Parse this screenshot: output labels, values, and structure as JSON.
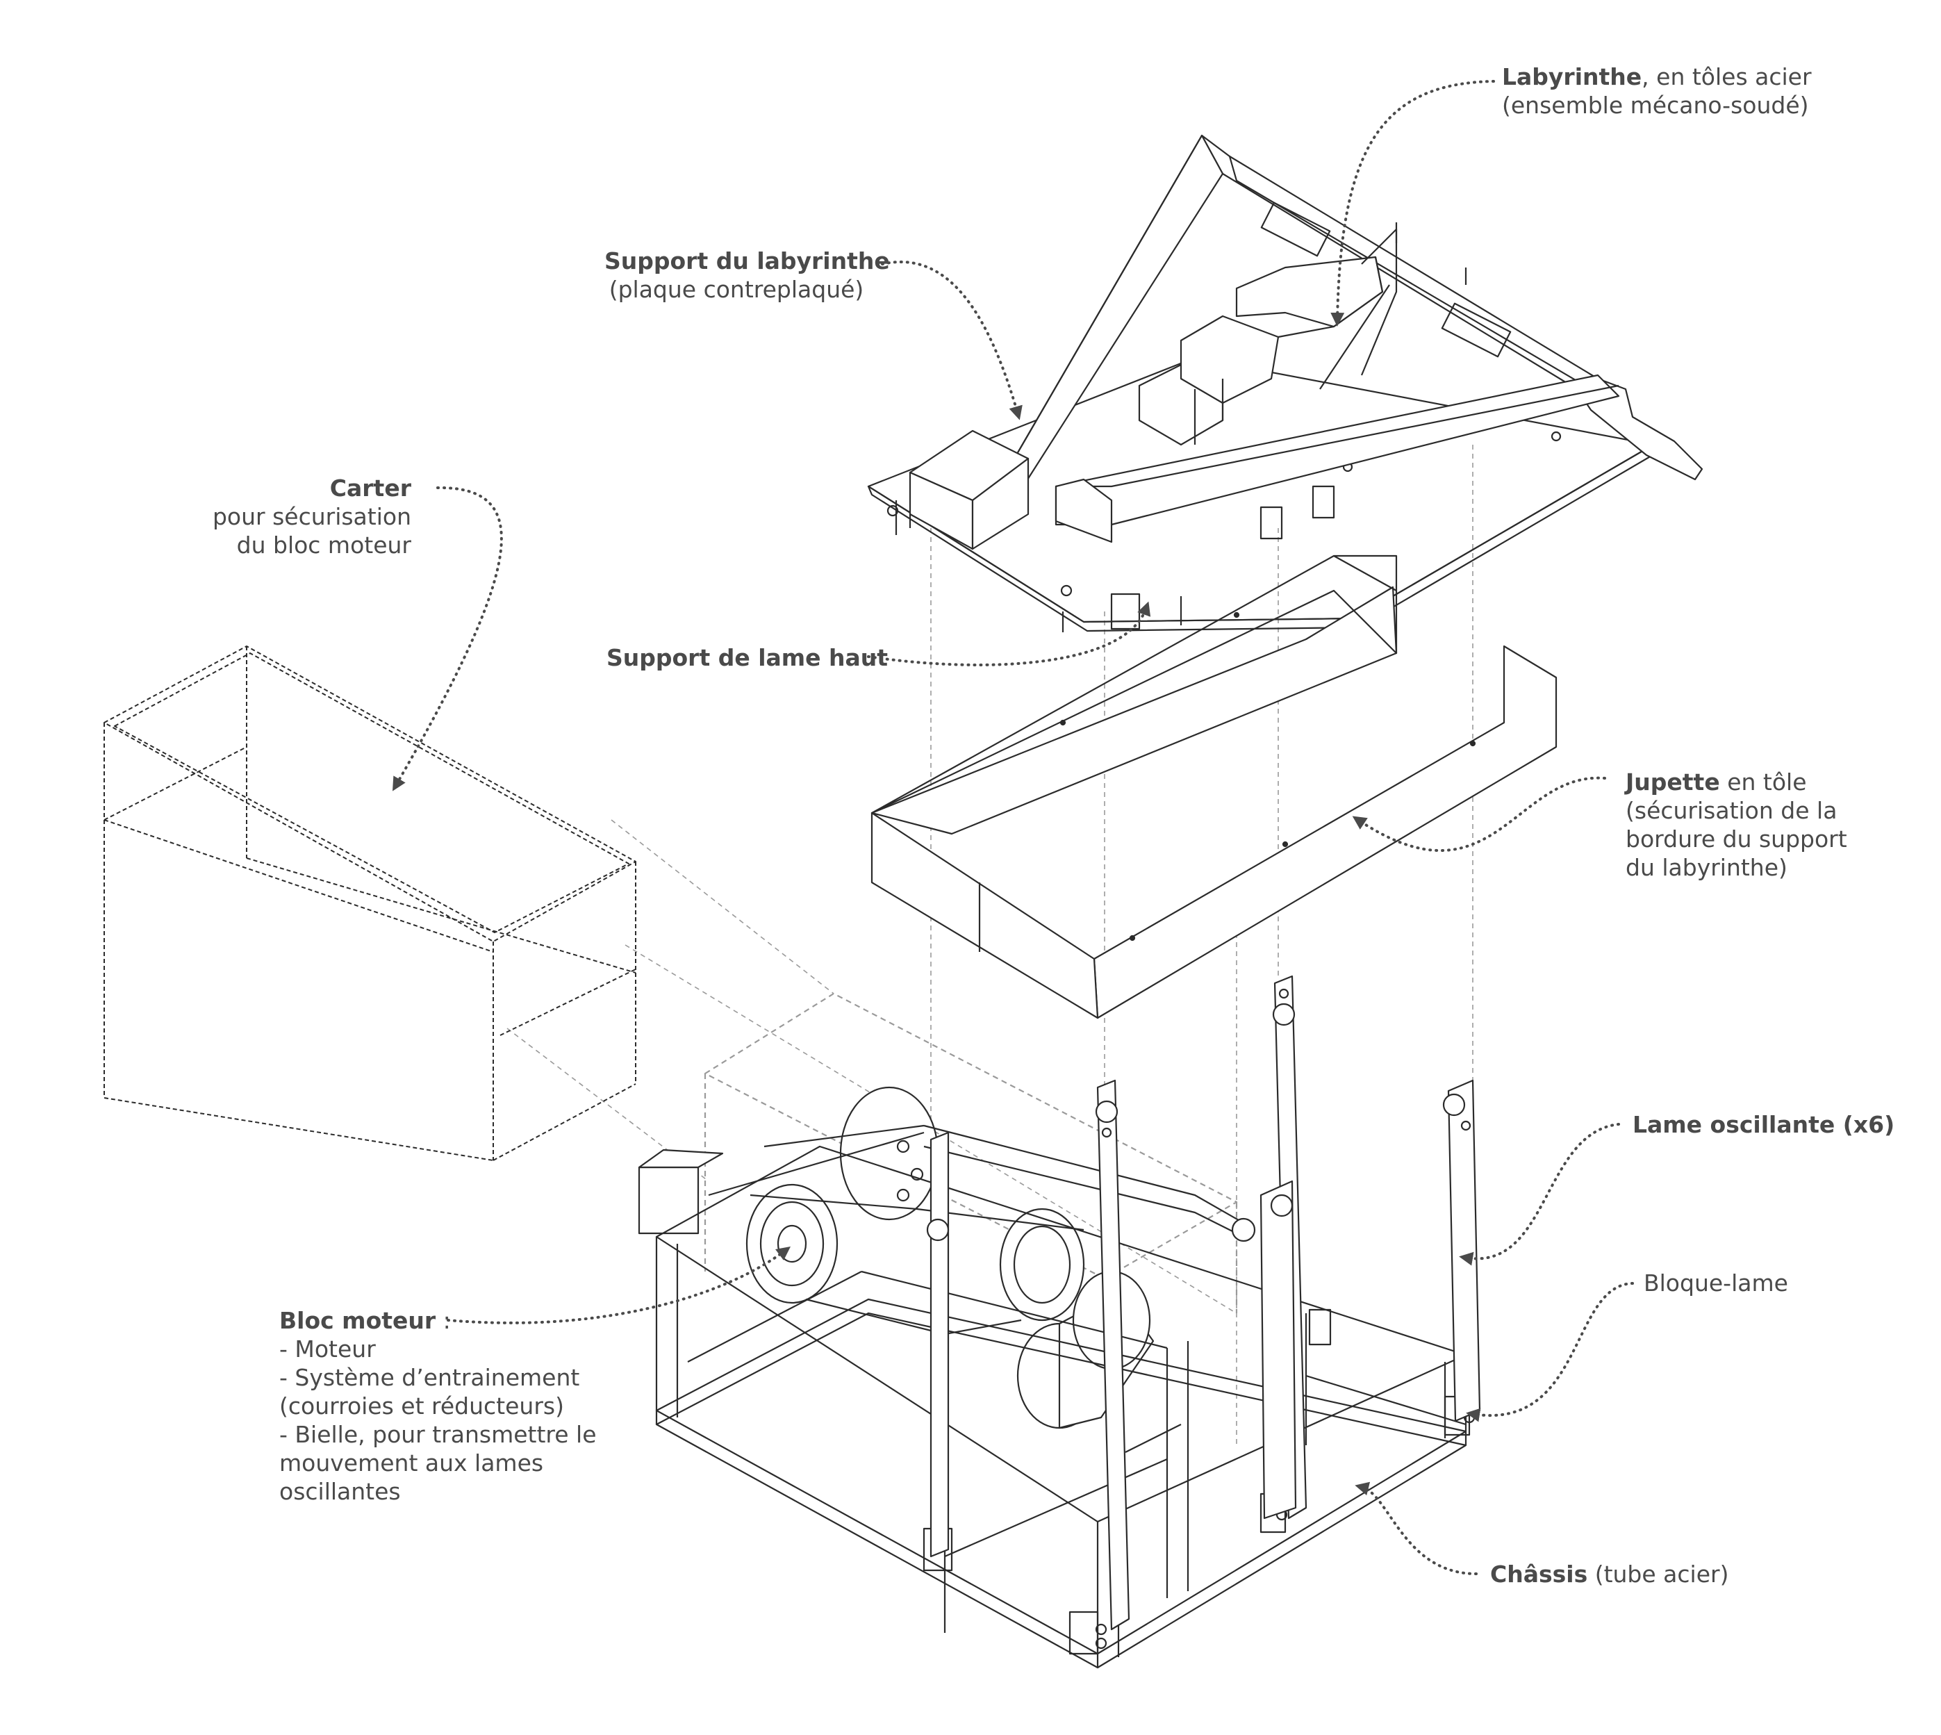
{
  "labels": {
    "labyrinthe": {
      "bold": "Labyrinthe",
      "rest": ", en tôles acier",
      "line2": "(ensemble mécano-soudé)"
    },
    "support_labyrinthe": {
      "bold": "Support du labyrinthe",
      "line2": "(plaque contreplaqué)"
    },
    "carter": {
      "bold": "Carter",
      "line2": "pour sécurisation",
      "line3": "du bloc moteur"
    },
    "support_lame_haut": {
      "bold": "Support de lame haut"
    },
    "jupette": {
      "bold": "Jupette",
      "rest": " en tôle",
      "line2": "(sécurisation de la",
      "line3": "bordure du support",
      "line4": "du labyrinthe)"
    },
    "lame_oscillante": {
      "bold": "Lame oscillante (x6)"
    },
    "bloque_lame": {
      "text": "Bloque-lame"
    },
    "bloc_moteur": {
      "bold": "Bloc moteur",
      "rest": " :",
      "items": [
        "- Moteur",
        "- Système d’entrainement",
        "(courroies et réducteurs)",
        "- Bielle, pour transmettre le",
        "mouvement aux lames",
        "oscillantes"
      ]
    },
    "chassis": {
      "bold": "Châssis",
      "rest": " (tube acier)"
    }
  },
  "colors": {
    "ink": "#4a4a4a",
    "drawing": "#2b2b2b",
    "guide": "#9a9a9a",
    "background": "#ffffff"
  }
}
